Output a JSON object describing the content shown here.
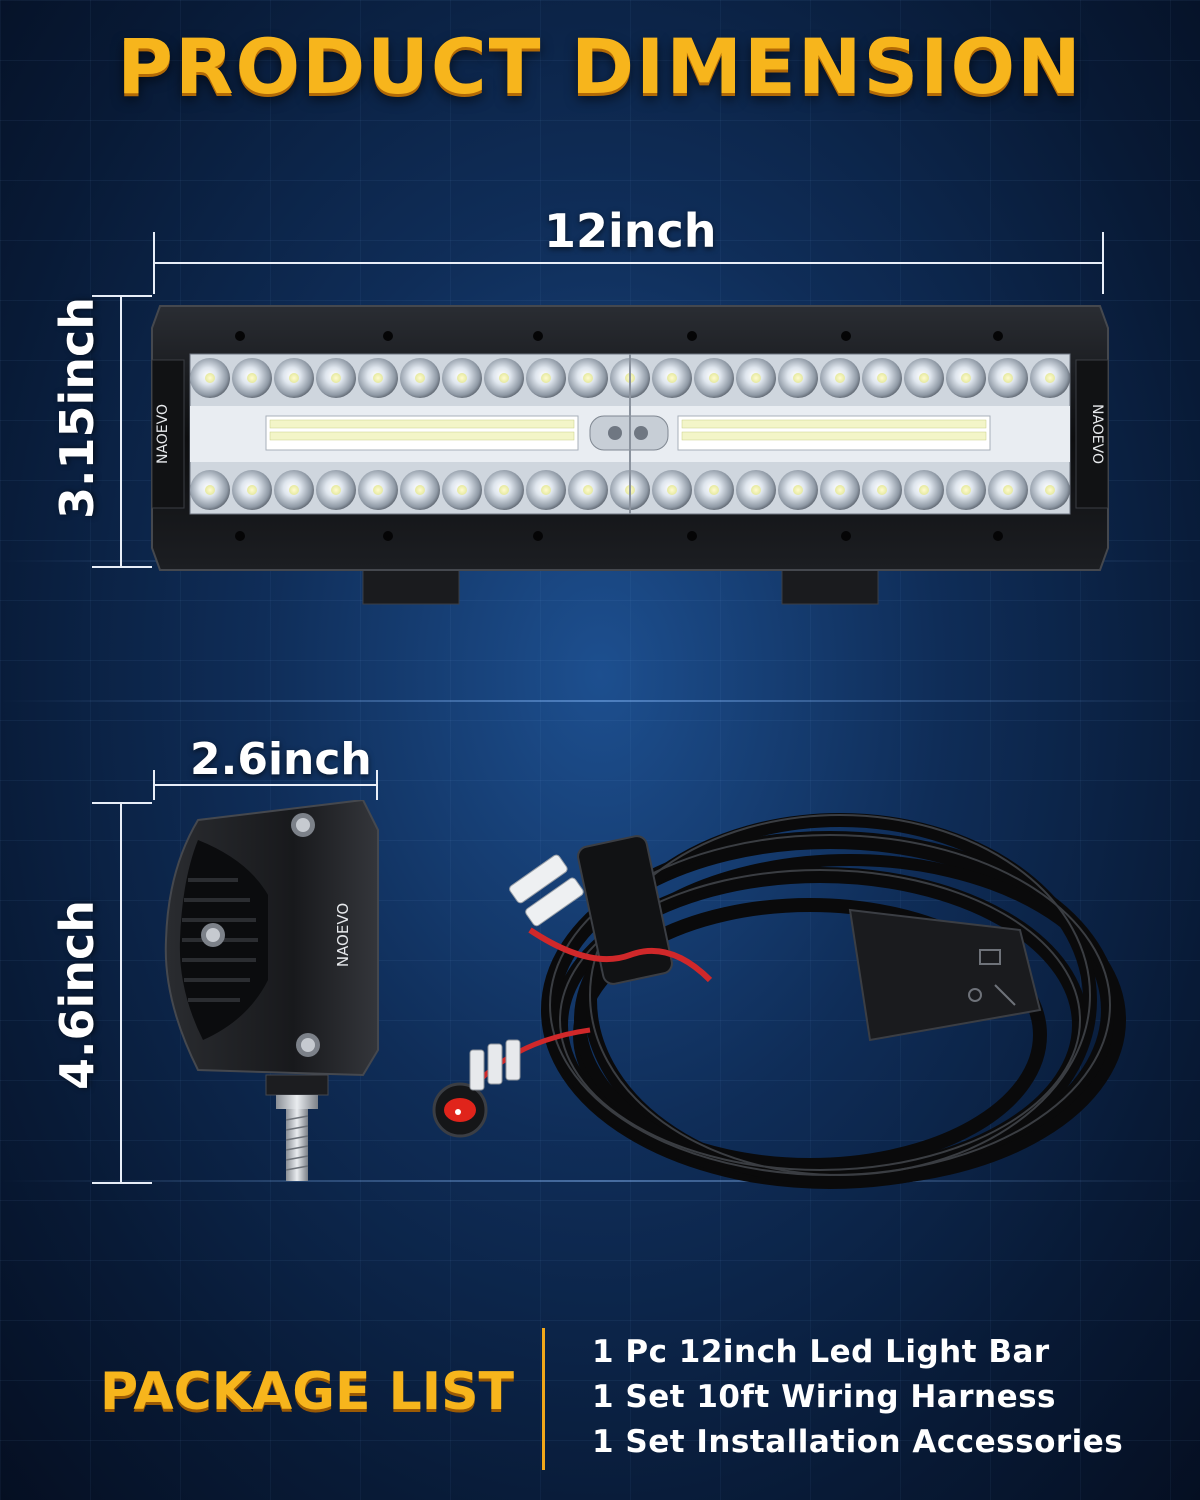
{
  "title": "PRODUCT DIMENSION",
  "light_bar": {
    "width_label": "12inch",
    "height_label": "3.15inch",
    "brand": "NAOEVO"
  },
  "pod_light": {
    "width_label": "2.6inch",
    "height_label": "4.6inch",
    "brand": "NAOEVO"
  },
  "package": {
    "title": "PACKAGE LIST",
    "items": [
      "1 Pc 12inch Led Light Bar",
      "1 Set 10ft Wiring Harness",
      "1 Set Installation Accessories"
    ]
  },
  "colors": {
    "accent": "#f7b51c",
    "background": "#0f2d58",
    "switch_red": "#e0241b"
  }
}
